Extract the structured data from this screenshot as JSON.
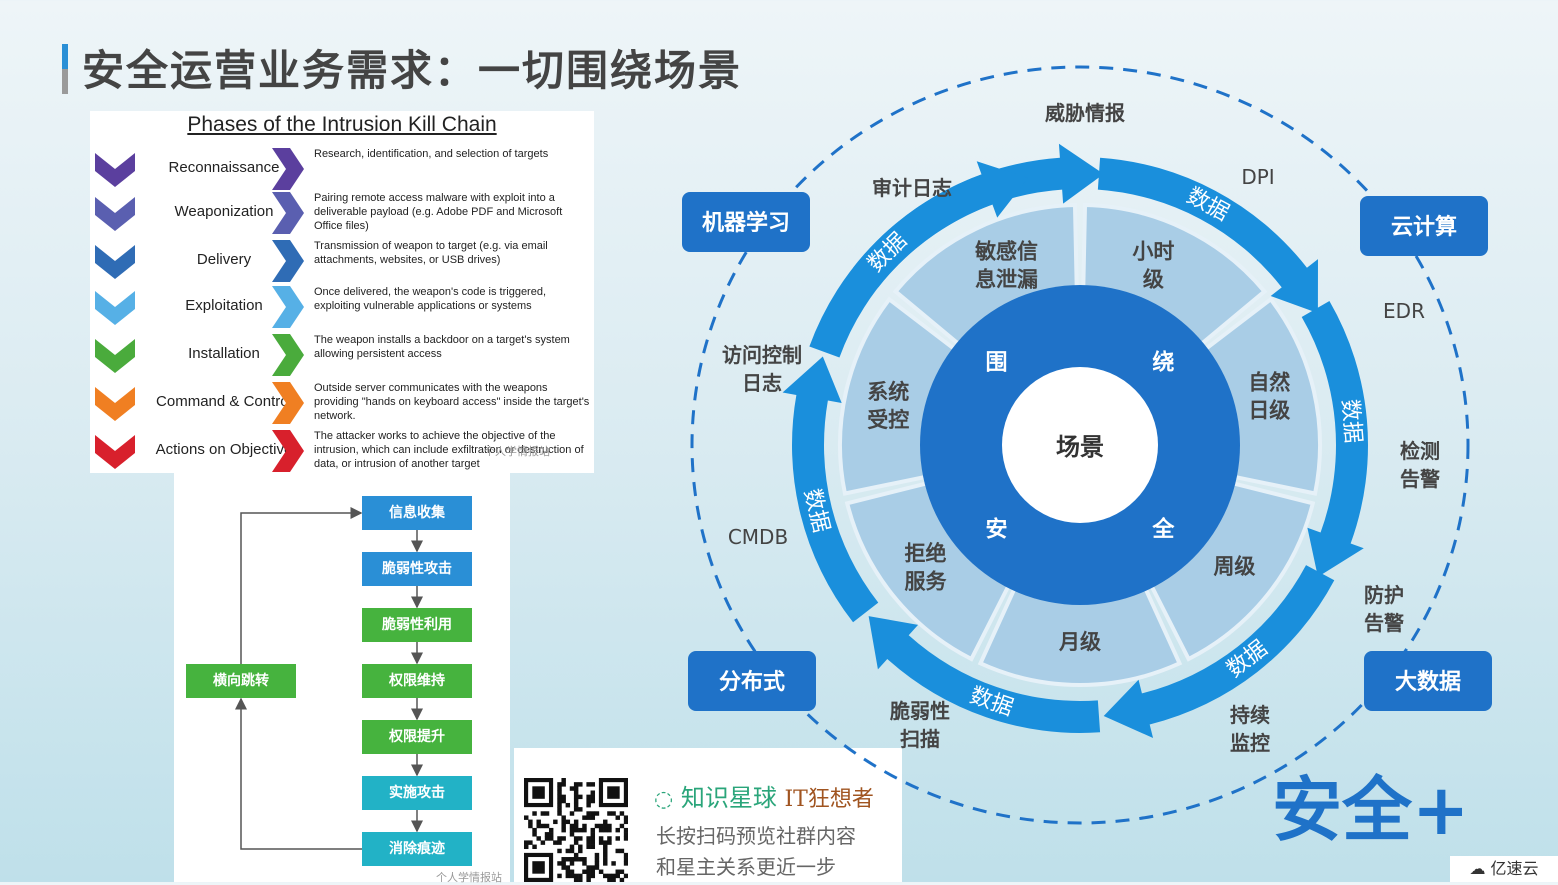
{
  "title": "安全运营业务需求：一切围绕场景",
  "kill_chain": {
    "title": "Phases of the Intrusion Kill Chain",
    "phases": [
      {
        "name": "Reconnaissance",
        "desc": "Research, identification, and selection of targets",
        "color": "#5b3f9e"
      },
      {
        "name": "Weaponization",
        "desc": "Pairing remote access malware with exploit into a deliverable payload (e.g. Adobe PDF and Microsoft Office files)",
        "color": "#5a5fb0"
      },
      {
        "name": "Delivery",
        "desc": "Transmission of weapon to target (e.g. via email attachments, websites, or USB drives)",
        "color": "#2f6cb5"
      },
      {
        "name": "Exploitation",
        "desc": "Once delivered, the weapon's code is triggered, exploiting vulnerable applications or systems",
        "color": "#56b0e6"
      },
      {
        "name": "Installation",
        "desc": "The weapon installs a backdoor on a target's system allowing persistent access",
        "color": "#4aab3c"
      },
      {
        "name": "Command & Control",
        "desc": "Outside server communicates with the weapons providing \"hands on keyboard access\" inside the target's network.",
        "color": "#f07f22"
      },
      {
        "name": "Actions on Objective",
        "desc": "The attacker works to achieve the objective of the intrusion, which can include exfiltration or destruction of data, or intrusion of another target",
        "color": "#d8202c"
      }
    ],
    "watermark": "个人学情报站"
  },
  "flow": {
    "steps": [
      {
        "label": "信息收集",
        "color": "#2a8fd6"
      },
      {
        "label": "脆弱性攻击",
        "color": "#2a8fd6"
      },
      {
        "label": "脆弱性利用",
        "color": "#46b33e"
      },
      {
        "label": "权限维持",
        "color": "#46b33e"
      },
      {
        "label": "权限提升",
        "color": "#46b33e"
      },
      {
        "label": "实施攻击",
        "color": "#22b2c6"
      },
      {
        "label": "消除痕迹",
        "color": "#22b2c6"
      }
    ],
    "side": {
      "label": "横向跳转",
      "color": "#46b33e"
    },
    "watermark": "个人学情报站"
  },
  "qr": {
    "brand": "知识星球",
    "brand2": "IT狂想者",
    "line1": "长按扫码预览社群内容",
    "line2": "和星主关系更近一步"
  },
  "wheel": {
    "center": "场景",
    "inner_ring": [
      "围",
      "绕",
      "安",
      "全"
    ],
    "segments": [
      "敏感信息泄漏",
      "小时级",
      "自然日级",
      "周级",
      "月级",
      "拒绝服务",
      "系统受控"
    ],
    "arrow_label": "数据",
    "outer_labels": [
      "威胁情报",
      "DPI",
      "EDR",
      "检测告警",
      "防护告警",
      "持续监控",
      "脆弱性扫描",
      "CMDB",
      "访问控制日志",
      "审计日志"
    ],
    "boxes": [
      "机器学习",
      "云计算",
      "分布式",
      "大数据"
    ],
    "colors": {
      "core": "#1f72c8",
      "segment": "#a9cde6",
      "arrow": "#1a8fdc",
      "box": "#1f72c8"
    }
  },
  "logo": "安全+",
  "yisu": "亿速云"
}
